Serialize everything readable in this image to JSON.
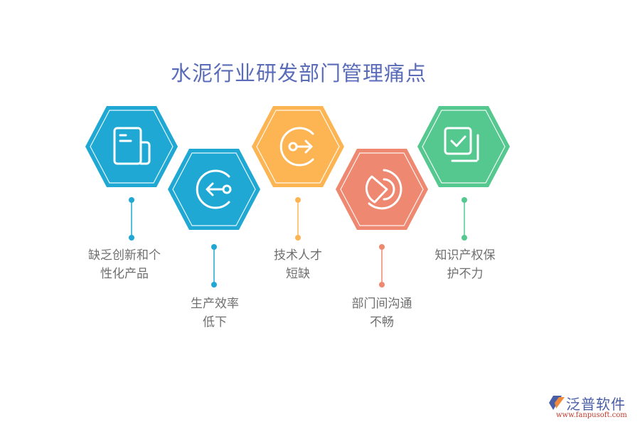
{
  "title": "水泥行业研发部门管理痛点",
  "colors": {
    "title": "#5a6cb8",
    "blue": "#1fa8d3",
    "orange": "#fdb553",
    "salmon": "#ef8870",
    "green": "#55c890",
    "label_text": "#6f6f6f"
  },
  "items": [
    {
      "icon": "document-icon",
      "color": "#1fa8d3",
      "line1": "缺乏创新和个",
      "line2": "性化产品"
    },
    {
      "icon": "sign-in-arrow-icon",
      "color": "#1fa8d3",
      "line1": "生产效率",
      "line2": "低下"
    },
    {
      "icon": "sign-out-arrow-icon",
      "color": "#fdb553",
      "line1": "技术人才",
      "line2": "短缺"
    },
    {
      "icon": "pie-chart-icon",
      "color": "#ef8870",
      "line1": "部门间沟通",
      "line2": "不畅"
    },
    {
      "icon": "checkbox-stack-icon",
      "color": "#55c890",
      "line1": "知识产权保",
      "line2": "护不力"
    }
  ],
  "logo": {
    "name": "泛普软件",
    "url": "www.fanpusoft.com"
  }
}
